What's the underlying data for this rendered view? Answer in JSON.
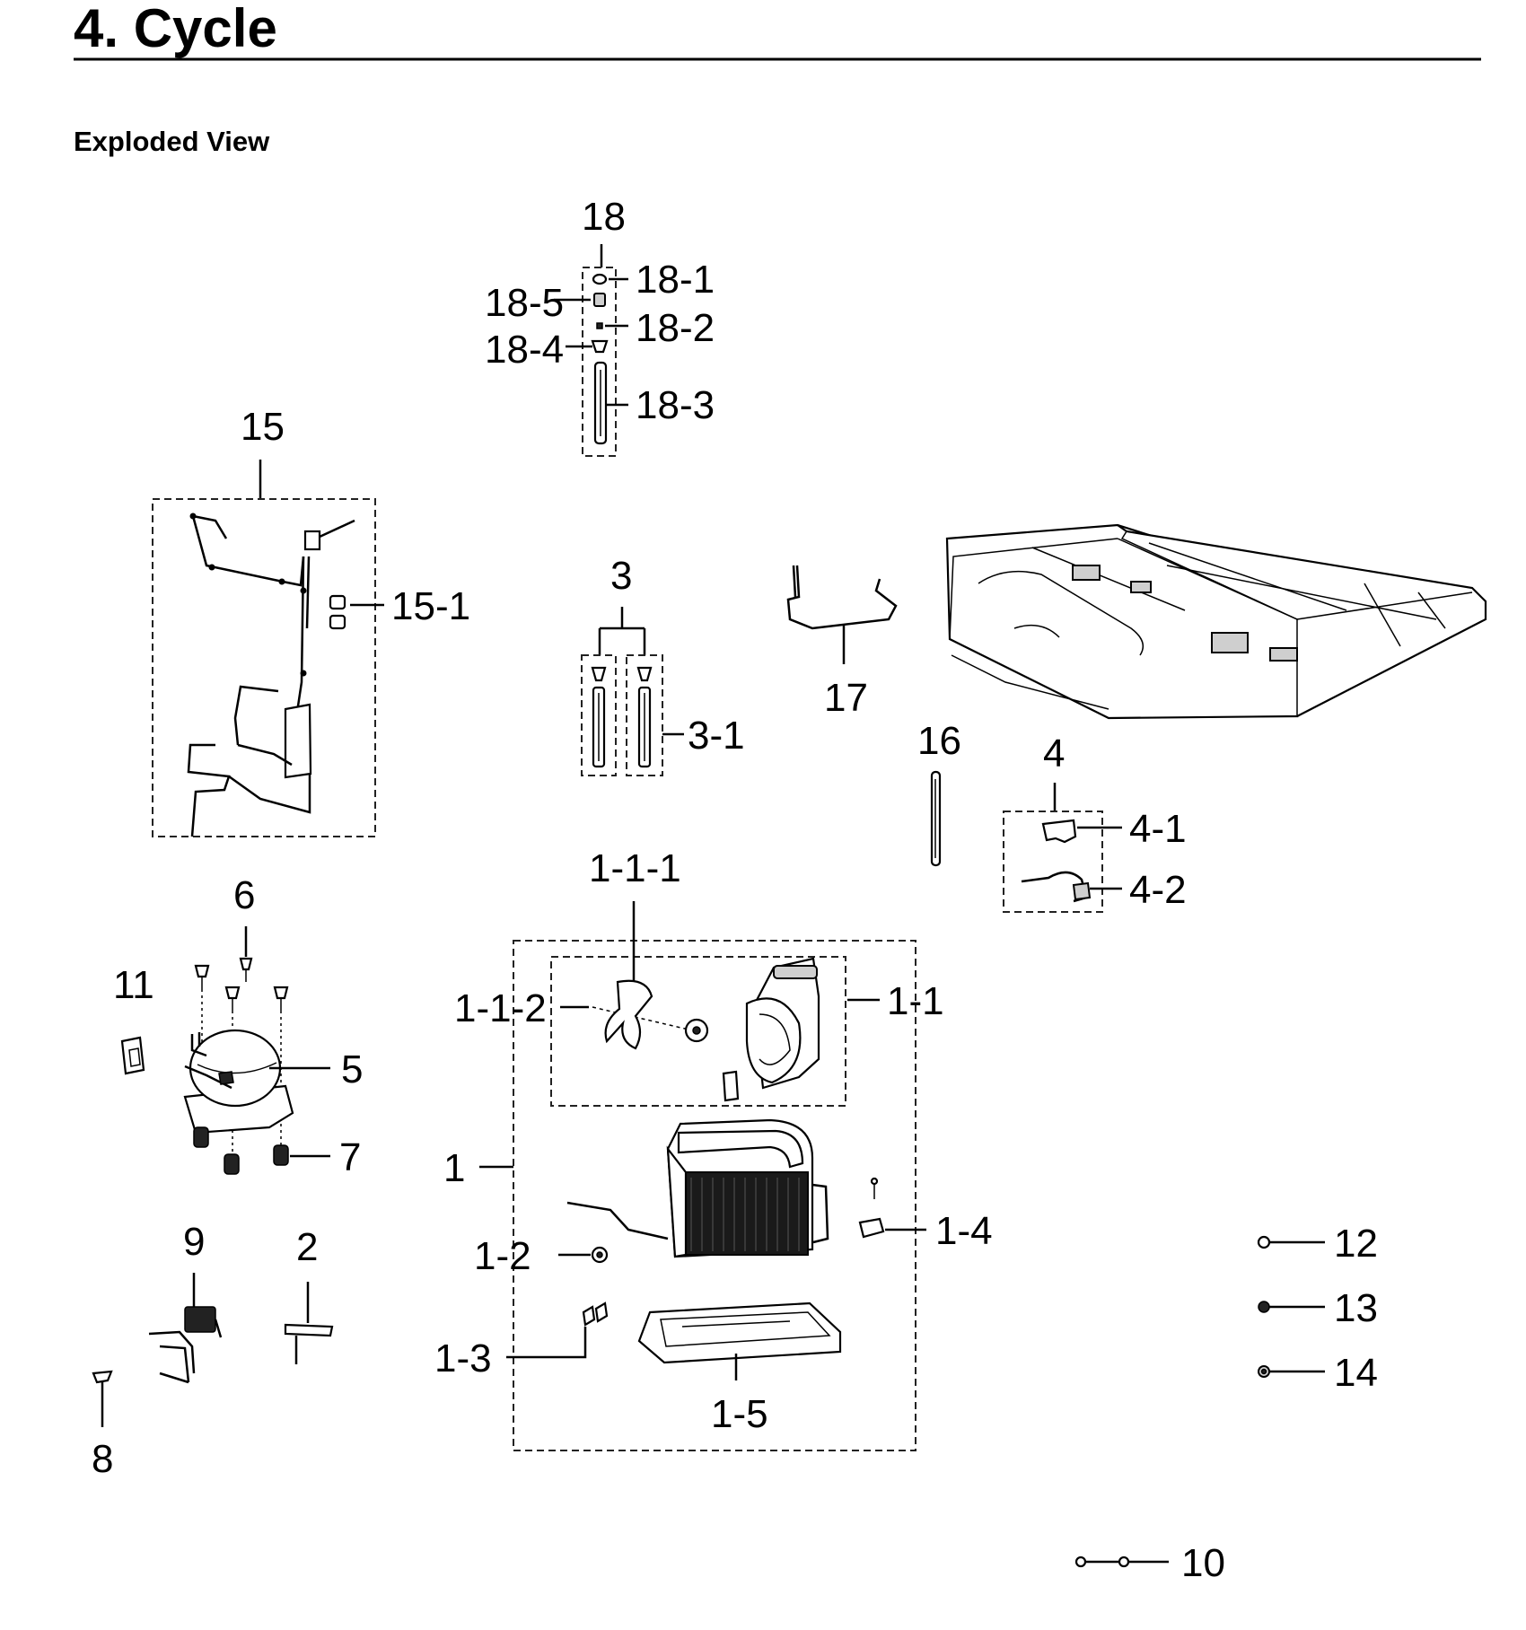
{
  "page": {
    "title": "4. Cycle",
    "subtitle": "Exploded View"
  },
  "callouts": {
    "p18": "18",
    "p18_1": "18-1",
    "p18_2": "18-2",
    "p18_3": "18-3",
    "p18_4": "18-4",
    "p18_5": "18-5",
    "p15": "15",
    "p15_1": "15-1",
    "p3": "3",
    "p3_1": "3-1",
    "p17": "17",
    "p16": "16",
    "p4": "4",
    "p4_1": "4-1",
    "p4_2": "4-2",
    "p1_1_1": "1-1-1",
    "p1_1_2": "1-1-2",
    "p1_1": "1-1",
    "p6": "6",
    "p11": "11",
    "p5": "5",
    "p7": "7",
    "p1": "1",
    "p1_2": "1-2",
    "p1_4": "1-4",
    "p9": "9",
    "p2": "2",
    "p1_3": "1-3",
    "p1_5": "1-5",
    "p8": "8",
    "p12": "12",
    "p13": "13",
    "p14": "14",
    "p10": "10"
  }
}
